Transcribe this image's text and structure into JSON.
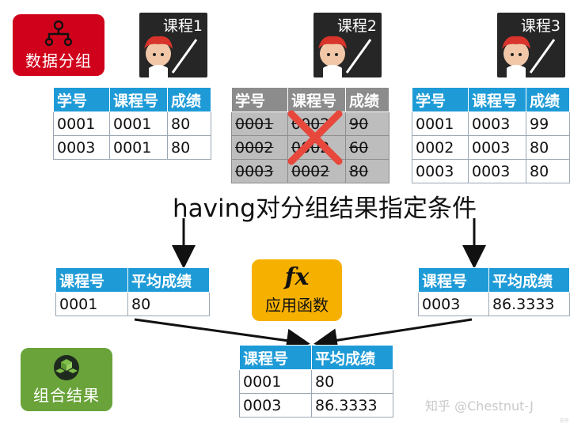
{
  "badges": {
    "group_label": "数据分组",
    "combine_label": "组合结果",
    "group_color": "#d0021b",
    "combine_color": "#6aa33a"
  },
  "courses": [
    {
      "title": "课程1"
    },
    {
      "title": "课程2"
    },
    {
      "title": "课程3"
    }
  ],
  "group_tables": {
    "headers": [
      "学号",
      "课程号",
      "成绩"
    ],
    "group1": [
      [
        "0001",
        "0001",
        "80"
      ],
      [
        "0003",
        "0001",
        "80"
      ]
    ],
    "group2": [
      [
        "0001",
        "0002",
        "90"
      ],
      [
        "0002",
        "0002",
        "60"
      ],
      [
        "0003",
        "0002",
        "80"
      ]
    ],
    "group3": [
      [
        "0001",
        "0003",
        "99"
      ],
      [
        "0002",
        "0003",
        "80"
      ],
      [
        "0003",
        "0003",
        "80"
      ]
    ]
  },
  "caption": "having对分组结果指定条件",
  "avg_tables": {
    "headers": [
      "课程号",
      "平均成绩"
    ],
    "left": [
      [
        "0001",
        "80"
      ]
    ],
    "right": [
      [
        "0003",
        "86.3333"
      ]
    ],
    "result": [
      [
        "0001",
        "80"
      ],
      [
        "0003",
        "86.3333"
      ]
    ]
  },
  "fx": {
    "glyph": "fx",
    "label": "应用函数"
  },
  "watermark": "知乎 @Chestnut-J",
  "watermark_small": "知乎"
}
